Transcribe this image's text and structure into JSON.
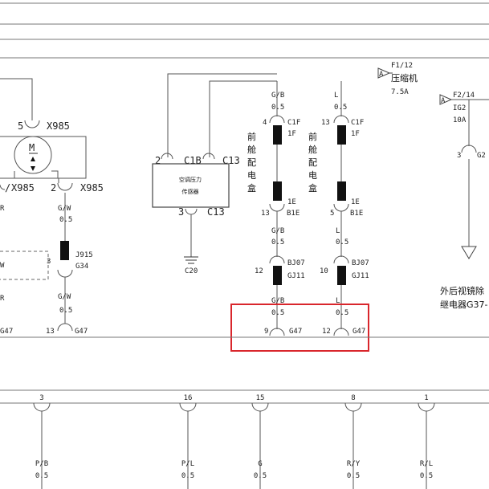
{
  "motor": {
    "symbol": "M",
    "pin_top": "5",
    "conn_top": "X985",
    "pin_bl": "/",
    "conn_bl": "X985",
    "pin_br": "2",
    "conn_br": "X985"
  },
  "left_wire": {
    "color_r1": "R",
    "color_w": "W",
    "color_r2": "R",
    "gsuffix": "G47",
    "gw1": "G/W",
    "gw1_size": "0.5",
    "pin_j915": "3",
    "j915": "J915",
    "g34": "G34",
    "gw2": "G/W",
    "gw2_size": "0.5",
    "pin_13": "13",
    "g47": "G47"
  },
  "pressure_sensor": {
    "label_line1": "空调压力",
    "label_line2": "传感器",
    "pin2": "2",
    "c1b": "C1B",
    "c13_top": "C13",
    "pin3": "3",
    "c13_bottom": "C13",
    "ground": "C20"
  },
  "branch_gb": {
    "color_top": "G/B",
    "size_top": "0.5",
    "pin4": "4",
    "c1f": "C1F",
    "f1": "1F",
    "box_label": [
      "前",
      "舱",
      "配",
      "电",
      "盒"
    ],
    "e1": "1E",
    "pin13": "13",
    "b1e": "B1E",
    "color_mid": "G/B",
    "size_mid": "0.5",
    "pin12": "12",
    "bj07": "BJ07",
    "gj11": "GJ11",
    "color_bot": "G/B",
    "size_bot": "0.5",
    "pin9": "9",
    "g47": "G47"
  },
  "branch_l": {
    "color_top": "L",
    "size_top": "0.5",
    "pin13": "13",
    "c1f": "C1F",
    "f1": "1F",
    "box_label": [
      "前",
      "舱",
      "配",
      "电",
      "盒"
    ],
    "e1": "1E",
    "pin5": "5",
    "b1e": "B1E",
    "color_mid": "L",
    "size_mid": "0.5",
    "pin10": "10",
    "bj07": "BJ07",
    "gj11": "GJ11",
    "color_bot": "L",
    "size_bot": "0.5",
    "pin12": "12",
    "g47": "G47"
  },
  "fuse_compressor": {
    "flag": "A",
    "fuse": "F1/12",
    "name": "压缩机",
    "rating": "7.5A"
  },
  "fuse_ig2": {
    "flag": "A",
    "fuse": "F2/14",
    "name": "IG2",
    "rating": "10A",
    "pin3": "3",
    "conn": "G2"
  },
  "relay": {
    "line1": "外后视镜除",
    "line2": "继电器G37-"
  },
  "bottom_pins": [
    {
      "pin": "3",
      "color": "P/B",
      "size": "0.5"
    },
    {
      "pin": "16",
      "color": "P/L",
      "size": "0.5"
    },
    {
      "pin": "15",
      "color": "G",
      "size": "0.5"
    },
    {
      "pin": "8",
      "color": "R/Y",
      "size": "0.5"
    },
    {
      "pin": "1",
      "color": "R/L",
      "size": "0.5"
    }
  ],
  "highlight_color": "#d9262c"
}
